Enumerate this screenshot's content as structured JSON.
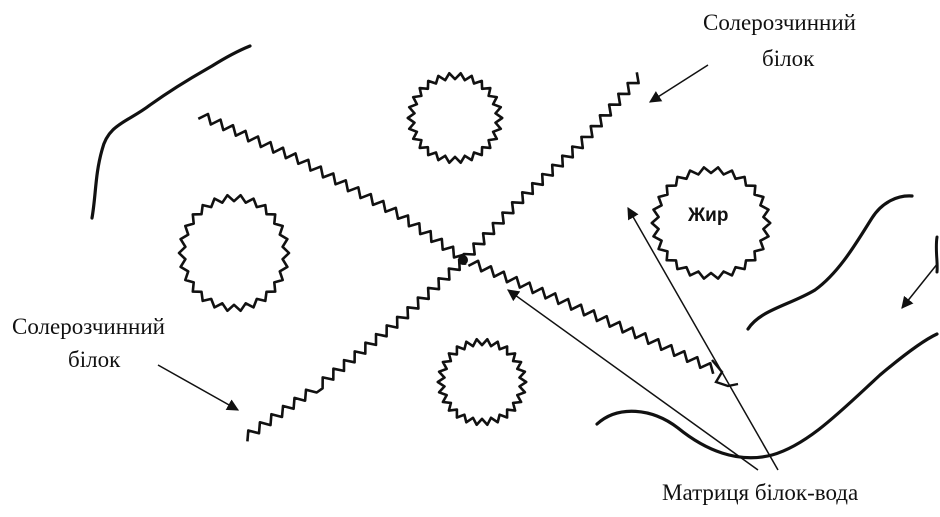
{
  "labels": {
    "protein_top_line1": "Солерозчинний",
    "protein_top_line2": "білок",
    "protein_left_line1": "Солерозчинний",
    "protein_left_line2": "білок",
    "fat": "Жир",
    "matrix": "Матриця білок-вода"
  },
  "colors": {
    "ink": "#111111",
    "background": "#ffffff"
  }
}
